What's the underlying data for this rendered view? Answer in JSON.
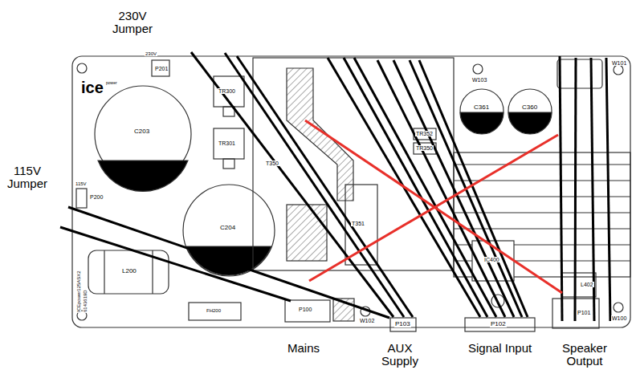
{
  "diagram": {
    "labels": [
      "230V Jumper",
      "115V Jumper",
      "ice",
      "power",
      "230V",
      "P201",
      "C203",
      "115V",
      "P200",
      "TR300",
      "TR301",
      "T350",
      "T351",
      "C204",
      "L200",
      "ICEpower125ASX2",
      "6143619D",
      "FH200",
      "P100",
      "W102",
      "P103",
      "P102",
      "TR352",
      "TR350",
      "C361",
      "C360",
      "W103",
      "W101",
      "W100",
      "IC400",
      "L402",
      "P101",
      "Mains",
      "AUX Supply",
      "Signal Input",
      "Speaker Output"
    ]
  }
}
